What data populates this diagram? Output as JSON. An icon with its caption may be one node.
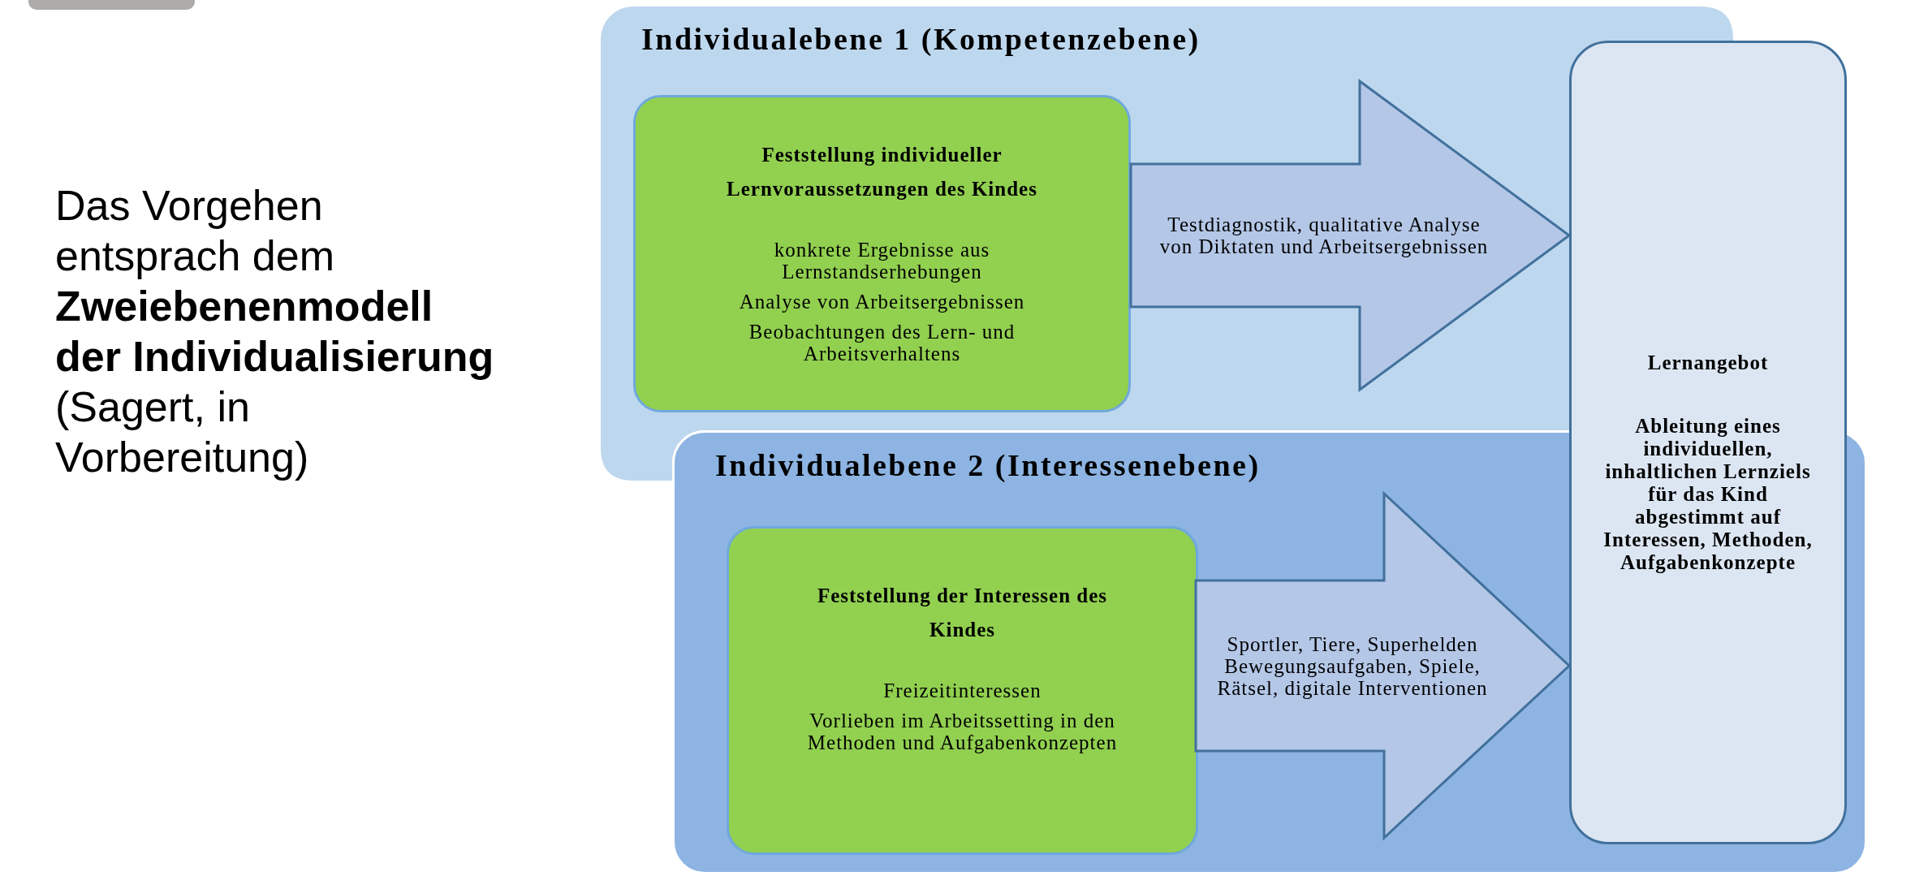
{
  "diagram": {
    "nodes": [
      {
        "text": [
          "Individualebene 1 (Kompetenzebene)"
        ]
      },
      {
        "text": [
          "Feststellung individueller Lernvoraussetzungen des Kindes",
          "konkrete Ergebnisse aus Lernstandserhebungen",
          "Analyse von Arbeitsergebnissen",
          "Beobachtungen des Lern- und Arbeitsverhaltens"
        ],
        "in": 0
      },
      {
        "text": [
          "Individualebene 2 (Interessenebene)"
        ]
      },
      {
        "text": [
          "Feststellung der Interessen des Kindes",
          "Freizeitinteressen",
          "Vorlieben im Arbeitssetting in den Methoden und Aufgabenkonzepten"
        ],
        "in": 2
      },
      {
        "text": [
          "Lernangebot",
          "Ableitung eines individuellen, inhaltlichen Lernziels für das Kind abgestimmt auf Interessen, Methoden, Aufgabenkonzepte"
        ]
      }
    ],
    "edges": [
      {
        "from": 1,
        "to": 4,
        "arrow": "to",
        "label": "Testdiagnostik, qualitative Analyse von Diktaten und Arbeitsergebnissen"
      },
      {
        "from": 3,
        "to": 4,
        "arrow": "to",
        "label": "Sportler, Tiere, Superhelden Bewegungsaufgaben, Spiele, Rätsel, digitale Interventionen"
      }
    ],
    "labels": [
      "Das Vorgehen entsprach dem **Zweiebenenmodell der Individualisierung** (Sagert, in Vorbereitung)"
    ]
  }
}
